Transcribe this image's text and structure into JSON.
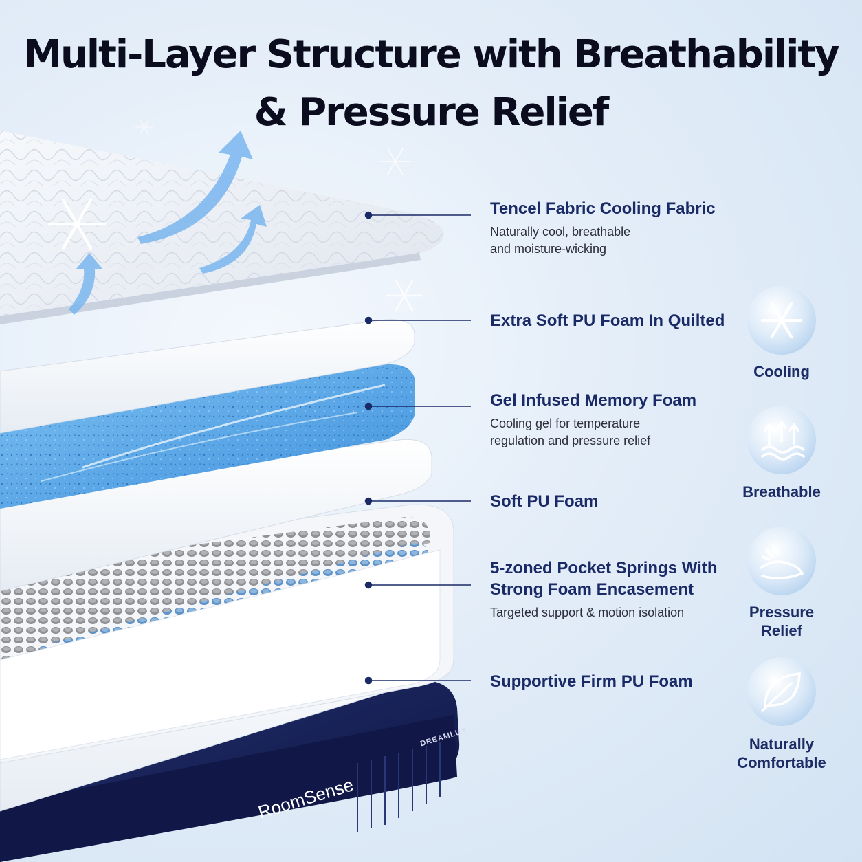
{
  "title": {
    "line1": "Multi-Layer Structure with Breathability",
    "line2": "& Pressure Relief"
  },
  "layers": [
    {
      "heading": "Tencel Fabric Cooling Fabric",
      "desc": [
        "Naturally cool, breathable",
        "and moisture-wicking"
      ]
    },
    {
      "heading": "Extra Soft PU Foam In Quilted"
    },
    {
      "heading": "Gel Infused Memory Foam",
      "desc": [
        "Cooling gel for temperature",
        "regulation and pressure relief"
      ]
    },
    {
      "heading": "Soft PU Foam"
    },
    {
      "heading": [
        "5-zoned Pocket Springs With",
        "Strong Foam Encasement"
      ],
      "desc": [
        "Targeted support & motion isolation"
      ]
    },
    {
      "heading": "Supportive Firm PU Foam"
    }
  ],
  "features": [
    {
      "icon": "snowflake-icon",
      "label": [
        "Cooling"
      ]
    },
    {
      "icon": "airflow-icon",
      "label": [
        "Breathable"
      ]
    },
    {
      "icon": "hand-wave-icon",
      "label": [
        "Pressure",
        "Relief"
      ]
    },
    {
      "icon": "leaf-icon",
      "label": [
        "Naturally",
        "Comfortable"
      ]
    }
  ],
  "mattress": {
    "brand": "RoomSense",
    "model": "DREAMLUX"
  },
  "colors": {
    "navy": "#1a2a66",
    "gel_blue": "#5aa8e8",
    "base_navy": "#141a4e",
    "spring_grey": "#8a8c90",
    "spring_blue": "#6f9fd0"
  }
}
